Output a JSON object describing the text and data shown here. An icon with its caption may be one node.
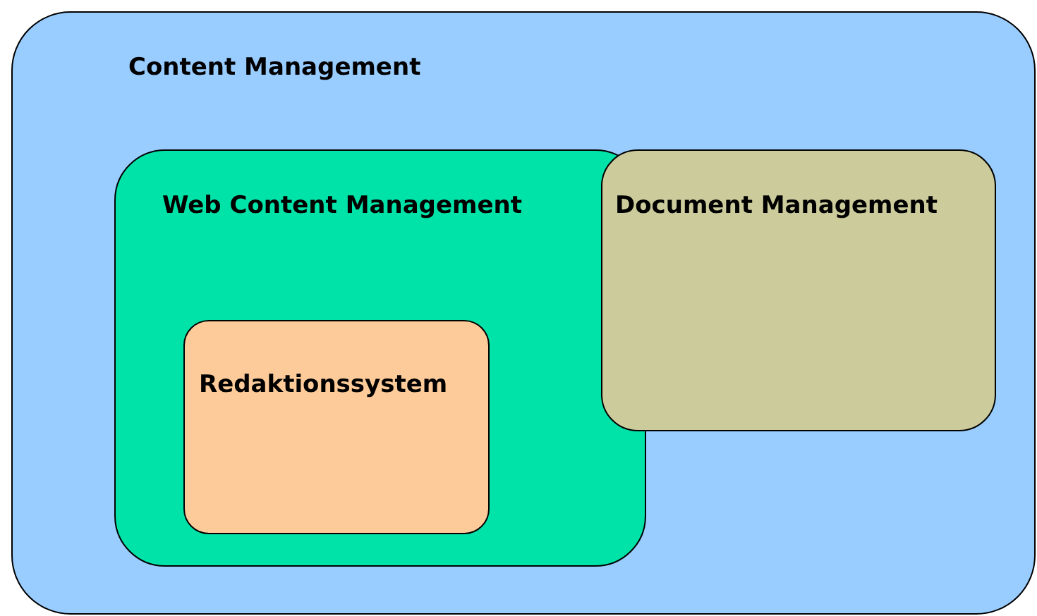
{
  "diagram": {
    "nodes": [
      {
        "text": [
          "Content Management"
        ]
      },
      {
        "text": [
          "Web Content Management"
        ],
        "in": 0
      },
      {
        "text": [
          "Redaktionssystem"
        ],
        "in": 1
      },
      {
        "text": [
          "Document Management"
        ],
        "in": 0
      }
    ]
  }
}
